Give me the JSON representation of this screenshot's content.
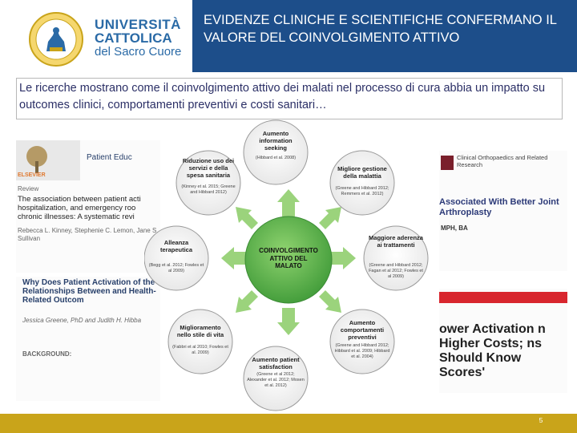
{
  "header": {
    "title": "EVIDENZE CLINICHE E SCIENTIFICHE CONFERMANO IL VALORE DEL COINVOLGIMENTO ATTIVO",
    "bar_color": "#1d4e8a"
  },
  "logo": {
    "line1": "UNIVERSITÀ",
    "line2": "CATTOLICA",
    "line3": "del Sacro Cuore",
    "color": "#2a6aa6"
  },
  "intro": {
    "text": "Le ricerche mostrano come il coinvolgimento attivo dei malati nel processo di cura abbia un impatto su outcomes clinici, comportamenti preventivi e costi sanitari…"
  },
  "docs": {
    "left_top": {
      "publisher": "ELSEVIER",
      "journal": "Patient Educ",
      "section": "Review",
      "title": "The association between patient acti hospitalization, and emergency roo chronic illnesses: A systematic revi",
      "authors": "Rebecca L. Kinney, Stephenie C. Lemon, Jane S. Sullivan"
    },
    "left_bottom": {
      "title": "Why Does Patient Activation of the Relationships Between and Health-Related Outcom",
      "authors": "Jessica Greene, PhD and Judith H. Hibba",
      "background_label": "BACKGROUND:"
    },
    "right_top": {
      "journal": "Clinical Orthopaedics and Related Research",
      "title": "Associated With Better Joint Arthroplasty",
      "extra": "MPH, BA"
    },
    "right_bottom": {
      "title": "ower Activation n Higher Costs; ns Should Know Scores'"
    }
  },
  "diagram": {
    "center": "COINVOLGIMENTO ATTIVO DEL MALATO",
    "center_color": "#5bb848",
    "nodes": [
      {
        "label": "Aumento information seeking",
        "cite": "(Hibbard et al. 2008)"
      },
      {
        "label": "Migliore gestione della malattia",
        "cite": "(Greene and Hibbard 2012; Remmers et al. 2012)"
      },
      {
        "label": "Maggiore aderenza ai trattamenti",
        "cite": "(Greene and Hibbard 2012; Fagan et al 2012; Fowles et al 2009)"
      },
      {
        "label": "Aumento comportamenti preventivi",
        "cite": "(Greene and Hibbard 2012; Hibbard et al. 2009; Hibbard et al. 2004)"
      },
      {
        "label": "Aumento patient satisfaction",
        "cite": "(Greene et al 2012; Alexander et al. 2012; Mosen et al. 2012)"
      },
      {
        "label": "Miglioramento nello stile di vita",
        "cite": "(Fabbri et al 2010; Fowles et al. 2009)"
      },
      {
        "label": "Alleanza terapeutica",
        "cite": "(Begg et al. 2012; Fowles et al 2009)"
      },
      {
        "label": "Riduzione uso dei servizi e della spesa sanitaria",
        "cite": "(Kinney et al. 2015; Greene and Hibbard 2012)"
      }
    ]
  },
  "footer": {
    "page_number": "5",
    "color": "#c9a41a"
  }
}
